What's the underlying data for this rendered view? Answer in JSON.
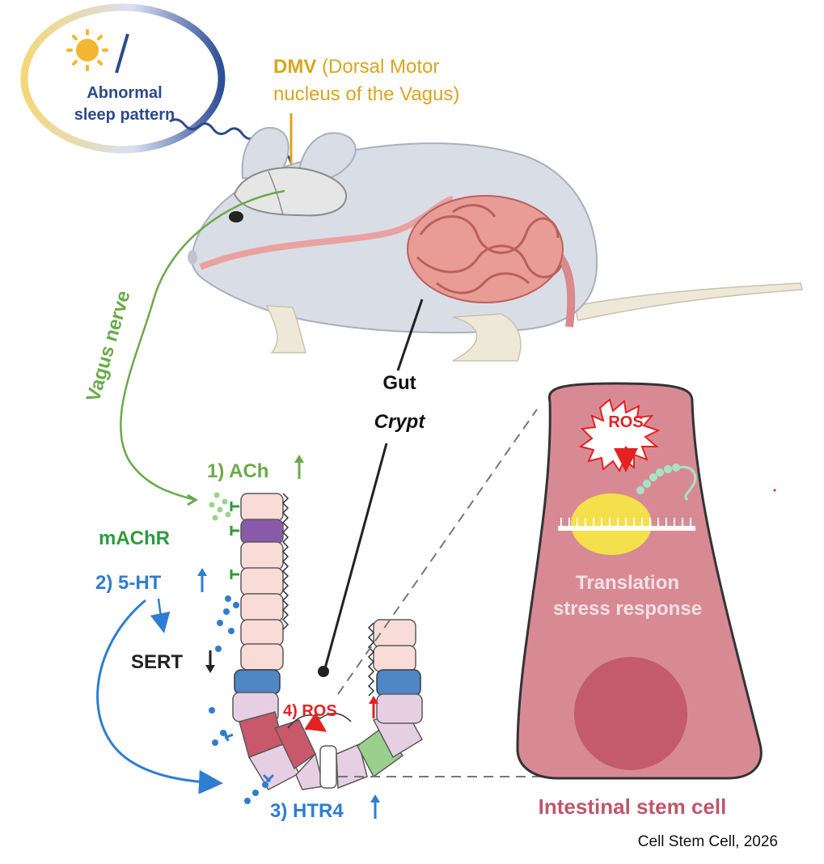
{
  "sleep": {
    "line1": "Abnormal",
    "line2": "sleep pattern"
  },
  "dmv": {
    "bold": "DMV",
    "rest1": " (Dorsal Motor",
    "line2": "nucleus of the Vagus)"
  },
  "vagus": {
    "label": "Vagus nerve"
  },
  "gut": {
    "line1": "Gut",
    "line2": "Crypt"
  },
  "ros_box": {
    "label": "ROS"
  },
  "translation": {
    "line1": "Translation",
    "line2": "stress response"
  },
  "stem": {
    "label": "Intestinal stem cell"
  },
  "steps": {
    "ach": "1) ACh",
    "machr": "mAChR",
    "ht": "2) 5-HT",
    "sert": "SERT",
    "htr4": "3) HTR4",
    "ros4": "4) ROS"
  },
  "caption": "Cell Stem Cell, 2026",
  "colors": {
    "green": "#6aaa4a",
    "dark_green": "#2e9a3e",
    "blue": "#2f7dd1",
    "gold": "#d9a520",
    "navy": "#2c4a8c",
    "red": "#e32222",
    "stem_pink": "#d88a94",
    "stem_text": "#c0566a"
  }
}
